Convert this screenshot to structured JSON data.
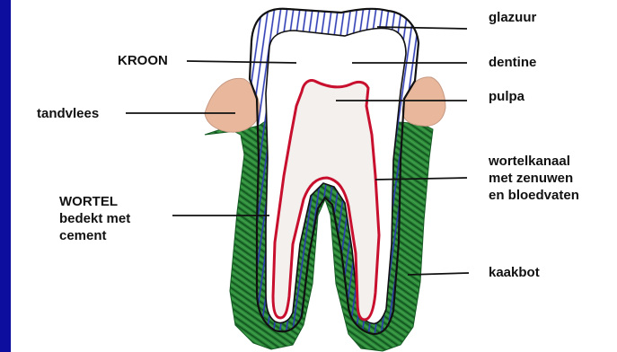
{
  "colors": {
    "background": "#0d0d9e",
    "enamel": "#2d3bb5",
    "gum": "#e8b79c",
    "bone": "#1f7a2e",
    "pulp": "#c8102e",
    "outline": "#111111"
  },
  "labels": {
    "glazuur": "glazuur",
    "kroon": "KROON",
    "dentine": "dentine",
    "pulpa": "pulpa",
    "tandvlees": "tandvlees",
    "wortelkanaal": [
      "wortelkanaal",
      "met zenuwen",
      "en bloedvaten"
    ],
    "wortel": [
      "WORTEL",
      "bedekt met",
      "cement"
    ],
    "kaakbot": "kaakbot"
  }
}
